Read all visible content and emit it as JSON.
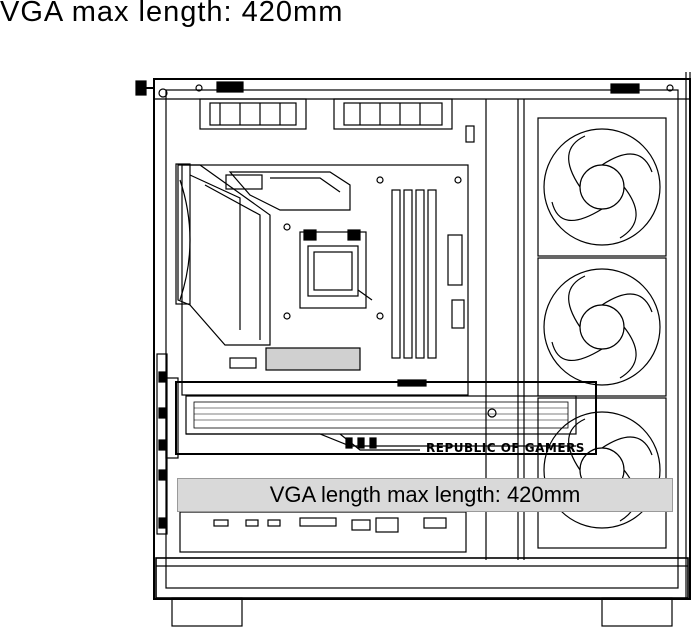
{
  "heading": "VGA max length: 420mm",
  "banner_text": "VGA length max length: 420mm",
  "gpu_brand_text": "REPUBLIC OF GAMERS",
  "colors": {
    "line": "#000000",
    "banner_fill": "#d9d9d9",
    "background": "#ffffff"
  },
  "components": [
    "pc-case",
    "motherboard",
    "cpu-socket",
    "ram-slots",
    "graphics-card",
    "fan",
    "fan",
    "fan"
  ]
}
